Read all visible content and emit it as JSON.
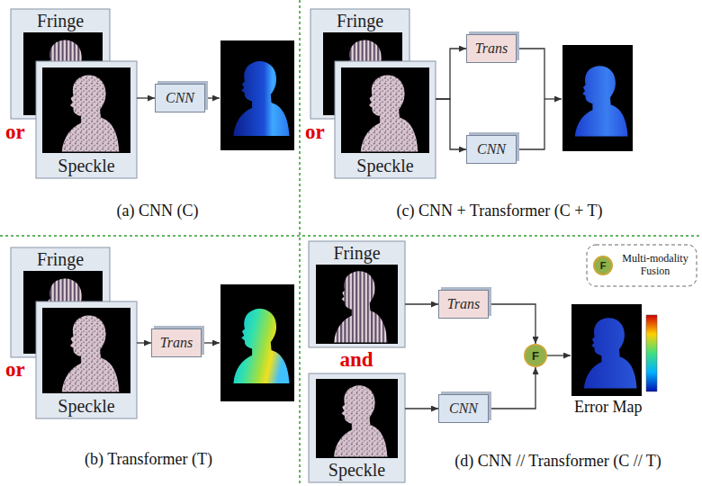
{
  "diagram": {
    "nodes": [
      {
        "text": [
          "Fringe"
        ]
      },
      {
        "text": [
          "Speckle"
        ]
      },
      {
        "text": [
          "CNN"
        ]
      },
      {
        "text": [
          "Fringe"
        ]
      },
      {
        "text": [
          "Speckle"
        ]
      },
      {
        "text": [
          "Trans"
        ]
      },
      {
        "text": [
          "CNN"
        ]
      },
      {
        "text": [
          "Fringe"
        ]
      },
      {
        "text": [
          "Speckle"
        ]
      },
      {
        "text": [
          "Trans"
        ]
      },
      {
        "text": [
          "Fringe"
        ]
      },
      {
        "text": [
          "Trans"
        ]
      },
      {
        "text": [
          "F"
        ]
      },
      {
        "text": [
          "Speckle"
        ]
      },
      {
        "text": [
          "CNN"
        ]
      }
    ],
    "edges": [
      {
        "from": 1,
        "to": 2,
        "arrow": "to"
      },
      {
        "from": 4,
        "to": 5,
        "arrow": "to"
      },
      {
        "from": 4,
        "to": 6,
        "arrow": "to"
      },
      {
        "from": 8,
        "to": 9,
        "arrow": "to"
      },
      {
        "from": 10,
        "to": 11,
        "arrow": "to"
      },
      {
        "from": 13,
        "to": 14,
        "arrow": "to"
      },
      {
        "from": 11,
        "to": 12,
        "arrow": "to"
      },
      {
        "from": 14,
        "to": 12,
        "arrow": "to"
      }
    ],
    "labels": [
      "or",
      "(a) CNN (C)",
      "or",
      "(c) CNN + Transformer (C + T)",
      "or",
      "(b) Transformer (T)",
      "F",
      "and",
      "Error Map",
      "(d) CNN // Transformer (C // T)"
    ],
    "legend": [
      {
        "text": "Multi-modality Fusion"
      }
    ]
  }
}
